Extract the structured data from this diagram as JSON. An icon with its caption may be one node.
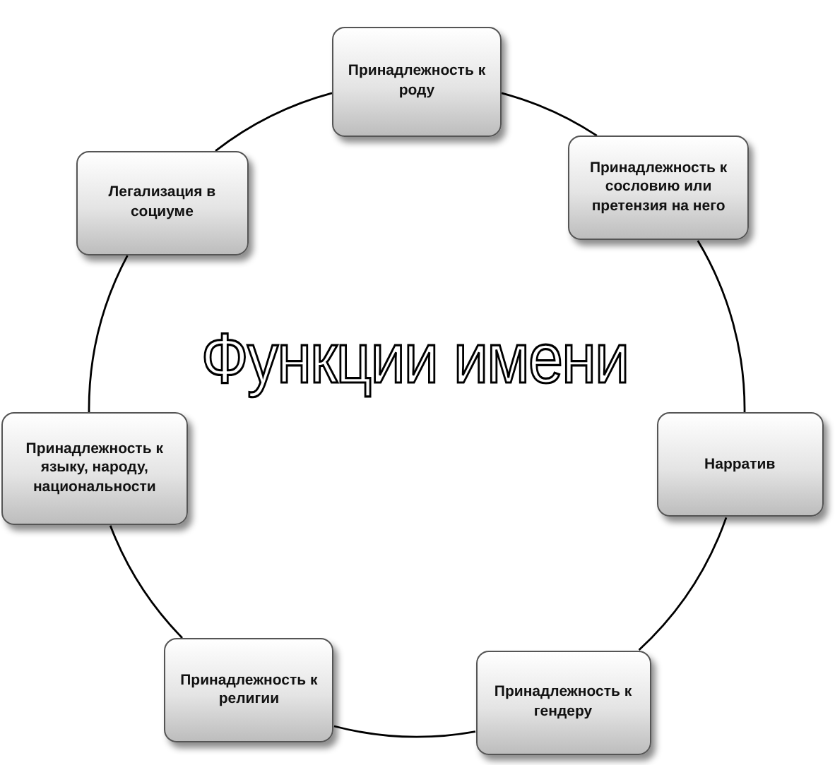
{
  "diagram": {
    "title": "Функции имени",
    "nodes": [
      {
        "text": [
          "Принадлежность к роду"
        ]
      },
      {
        "text": [
          "Принадлежность к сословию или претензия на него"
        ]
      },
      {
        "text": [
          "Нарратив"
        ]
      },
      {
        "text": [
          "Принадлежность к гендеру"
        ]
      },
      {
        "text": [
          "Принадлежность к религии"
        ]
      },
      {
        "text": [
          "Принадлежность к языку, народу, национальности"
        ]
      },
      {
        "text": [
          "Легализация в социуме"
        ]
      }
    ],
    "edges": [
      {
        "from": 0,
        "to": 1,
        "arrow": "none"
      },
      {
        "from": 1,
        "to": 2,
        "arrow": "none"
      },
      {
        "from": 2,
        "to": 3,
        "arrow": "none"
      },
      {
        "from": 3,
        "to": 4,
        "arrow": "none"
      },
      {
        "from": 4,
        "to": 5,
        "arrow": "none"
      },
      {
        "from": 5,
        "to": 6,
        "arrow": "none"
      },
      {
        "from": 6,
        "to": 0,
        "arrow": "none"
      }
    ]
  }
}
